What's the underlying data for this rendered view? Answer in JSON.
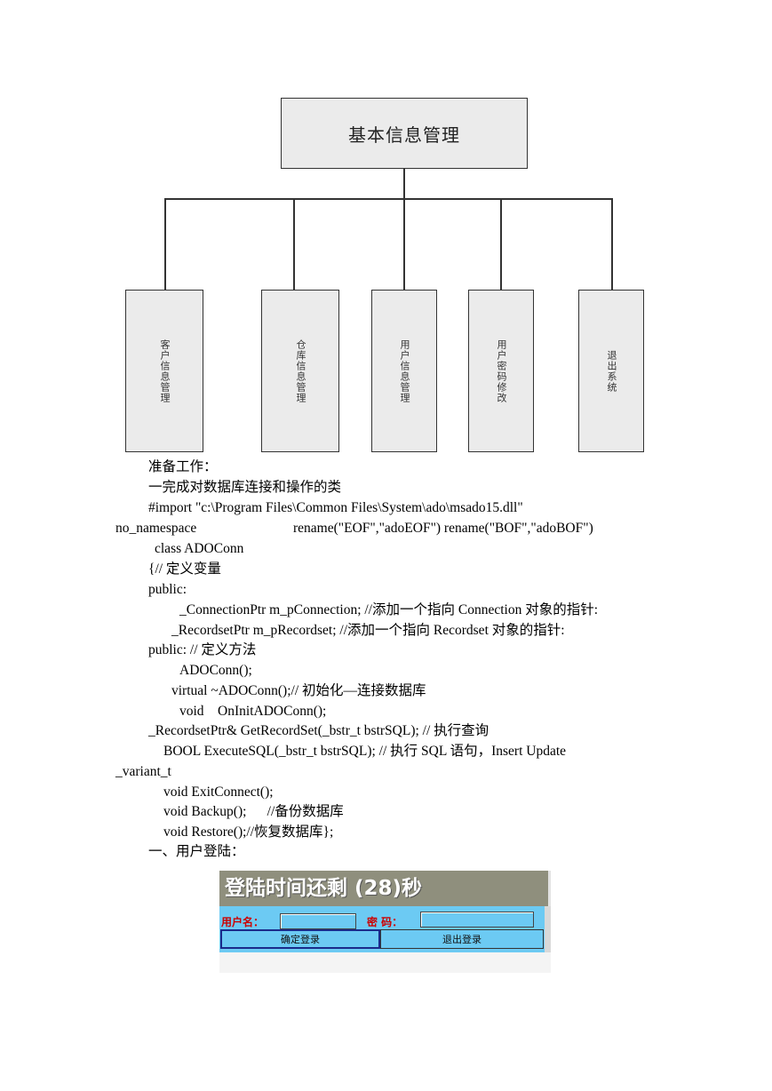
{
  "diagram": {
    "root": "基本信息管理",
    "children": [
      "客户信息管理",
      "仓库信息管理",
      "用户信息管理",
      "用户密码修改",
      "退出系统"
    ]
  },
  "lines": [
    "准备工作：",
    "一完成对数据库连接和操作的类",
    "#import \"c:\\Program Files\\Common Files\\System\\ado\\msado15.dll\"",
    "no_namespace",
    "rename(\"EOF\",\"adoEOF\") rename(\"BOF\",\"adoBOF\")",
    "class ADOConn",
    "{//  定义变量",
    "public:",
    "_ConnectionPtr m_pConnection; //添加一个指向 Connection 对象的指针:",
    "_RecordsetPtr m_pRecordset; //添加一个指向 Recordset 对象的指针:",
    "public: //  定义方法",
    "ADOConn();",
    "virtual ~ADOConn();//  初始化—连接数据库",
    "void    OnInitADOConn();",
    "_RecordsetPtr& GetRecordSet(_bstr_t bstrSQL); //  执行查询",
    "BOOL ExecuteSQL(_bstr_t bstrSQL); //  执行 SQL 语句，Insert Update",
    "_variant_t",
    "void ExitConnect();",
    "void Backup();      //备份数据库",
    "void Restore();//恢复数据库};",
    "一、用户登陆："
  ],
  "login": {
    "title": "登陆时间还剩 (28)秒",
    "username_label": "用户名：",
    "password_label": "密  码：",
    "username_value": "",
    "password_value": "",
    "confirm_button": "确定登录",
    "exit_button": "退出登录"
  }
}
